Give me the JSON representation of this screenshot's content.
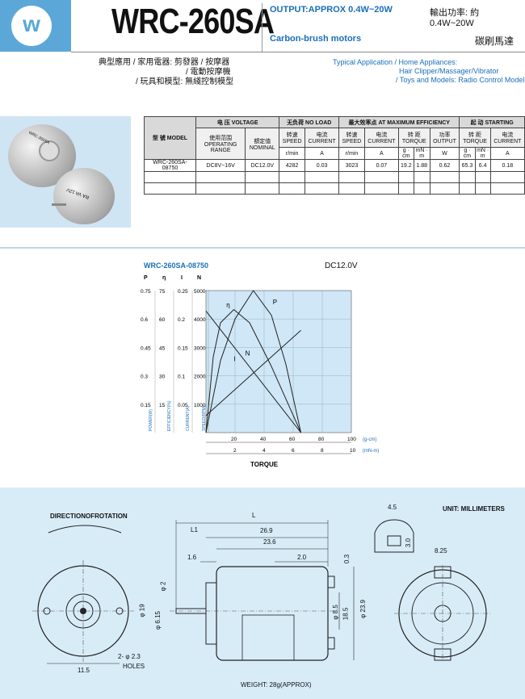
{
  "header": {
    "logo_letter": "w",
    "model": "WRC-260SA",
    "output_en": "OUTPUT:APPROX 0.4W~20W",
    "output_zh": "輸出功率: 約 0.4W~20W",
    "type_en": "Carbon-brush motors",
    "type_zh": "碳刷馬達"
  },
  "applications": {
    "zh": [
      "典型應用 / 家用電器: 剪發器 / 按摩器",
      "/ 電動按摩機",
      "/ 玩具和模型: 無綫控制模型"
    ],
    "en": [
      "Typical Application / Home Appliances:",
      "Hair Clipper/Massager/Vibrator",
      "/ Toys and Models: Radio Control Model"
    ]
  },
  "photo": {
    "label1": "WRC-260SA",
    "label2": "RA VA 12V"
  },
  "spec_table": {
    "model_header": "型 號 MODEL",
    "voltage_header": "电 压 VOLTAGE",
    "noload_header": "无负荷 NO LOAD",
    "maxeff_header": "最大效率点 AT MAXIMUM EFFICIENCY",
    "starting_header": "起 动 STARTING",
    "sub_headers": [
      "使用范围 OPERATING RANGE",
      "額定值 NOMINAL",
      "转速 SPEED",
      "电流 CURRENT",
      "转速 SPEED",
      "电流 CURRENT",
      "转 距 TORQUE",
      "功率 OUTPUT",
      "转 距 TORQUE",
      "电流 CURRENT"
    ],
    "units": [
      "r/min",
      "A",
      "r/min",
      "A",
      "g · cm",
      "mN · m",
      "W",
      "g · cm",
      "mN · m",
      "A"
    ],
    "row": [
      "WRC-260SA-08750",
      "DC8V~16V",
      "DC12.0V",
      "4282",
      "0.03",
      "3023",
      "0.07",
      "19.2",
      "1.88",
      "0.62",
      "65.3",
      "6.4",
      "0.18"
    ]
  },
  "chart_title": "WRC-260SA-08750",
  "chart_voltage": "DC12.0V",
  "chart_data": {
    "type": "line",
    "title": "WRC-260SA-08750",
    "xlabel": "TORQUE",
    "x_units": [
      "(g-cm)",
      "(mN-m)"
    ],
    "x_gcm_ticks": [
      20,
      40,
      60,
      80,
      100
    ],
    "x_mnm_ticks": [
      2,
      4,
      6,
      8,
      10
    ],
    "xlim_gcm": [
      0,
      100
    ],
    "y_axes": [
      {
        "name": "P",
        "label": "POWER(W)",
        "ticks": [
          "0.75",
          "0.6",
          "0.45",
          "0.3",
          "0.15"
        ]
      },
      {
        "name": "η",
        "label": "EFFICIENCY(%)",
        "ticks": [
          "75",
          "60",
          "45",
          "30",
          "15"
        ]
      },
      {
        "name": "I",
        "label": "CURRENT(A)",
        "ticks": [
          "0.25",
          "0.2",
          "0.15",
          "0.1",
          "0.05"
        ]
      },
      {
        "name": "N",
        "label": "SPEED(RPM)",
        "ticks": [
          "5000",
          "4000",
          "3000",
          "2000",
          "1000"
        ]
      }
    ],
    "ylim_speed": [
      0,
      5000
    ],
    "series": [
      {
        "name": "N",
        "x": [
          0,
          65.3
        ],
        "y": [
          4282,
          0
        ]
      },
      {
        "name": "I",
        "x": [
          0,
          65.3
        ],
        "y": [
          0.03,
          0.18
        ]
      },
      {
        "name": "P",
        "x": [
          0,
          10,
          20,
          32.6,
          45,
          55,
          65.3
        ],
        "y": [
          0,
          0.38,
          0.6,
          0.75,
          0.62,
          0.36,
          0
        ]
      },
      {
        "name": "η",
        "x": [
          0,
          5,
          10,
          19.2,
          30,
          45,
          65.3
        ],
        "y": [
          0,
          40,
          58,
          65,
          58,
          35,
          0
        ]
      }
    ],
    "series_labels": [
      "η",
      "P",
      "N",
      "I"
    ],
    "grid": true
  },
  "drawing": {
    "direction": "DIRECTIONOFROTATION",
    "units": "UNIT: MILLIMETERS",
    "weight": "WEIGHT: 28g(APPROX)",
    "holes": "HOLES",
    "dims": [
      "L",
      "L1",
      "26.9",
      "23.6",
      "1.6",
      "2.0",
      "0.3",
      "φ 2",
      "φ 19",
      "φ 6.15",
      "φ 8.5",
      "18.5",
      "φ 23.9",
      "11.5",
      "2- φ 2.3",
      "4.5",
      "3.0",
      "8.25"
    ]
  }
}
